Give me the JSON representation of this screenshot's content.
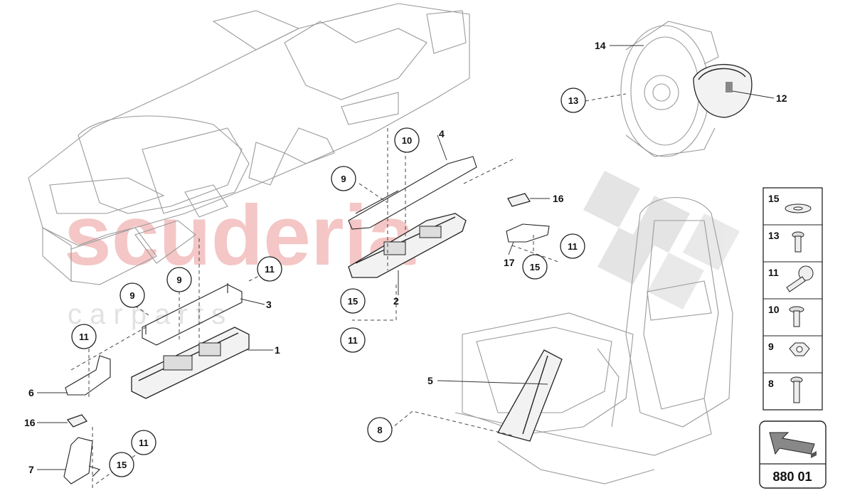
{
  "watermark": {
    "main": "scuderia",
    "sub": "c a r p a r t s"
  },
  "part_labels": [
    "1",
    "2",
    "3",
    "4",
    "5",
    "6",
    "7",
    "12",
    "14",
    "16",
    "16",
    "17"
  ],
  "callouts": [
    "8",
    "9",
    "9",
    "9",
    "10",
    "11",
    "11",
    "11",
    "11",
    "11",
    "13",
    "15",
    "15",
    "15"
  ],
  "legend": {
    "items": [
      {
        "number": "15",
        "icon": "washer-icon"
      },
      {
        "number": "13",
        "icon": "screw-icon"
      },
      {
        "number": "11",
        "icon": "bolt-icon"
      },
      {
        "number": "10",
        "icon": "flange-screw-icon"
      },
      {
        "number": "9",
        "icon": "hex-nut-icon"
      },
      {
        "number": "8",
        "icon": "long-screw-icon"
      }
    ]
  },
  "reference": {
    "code": "880 01",
    "icon": "arrow-icon"
  }
}
